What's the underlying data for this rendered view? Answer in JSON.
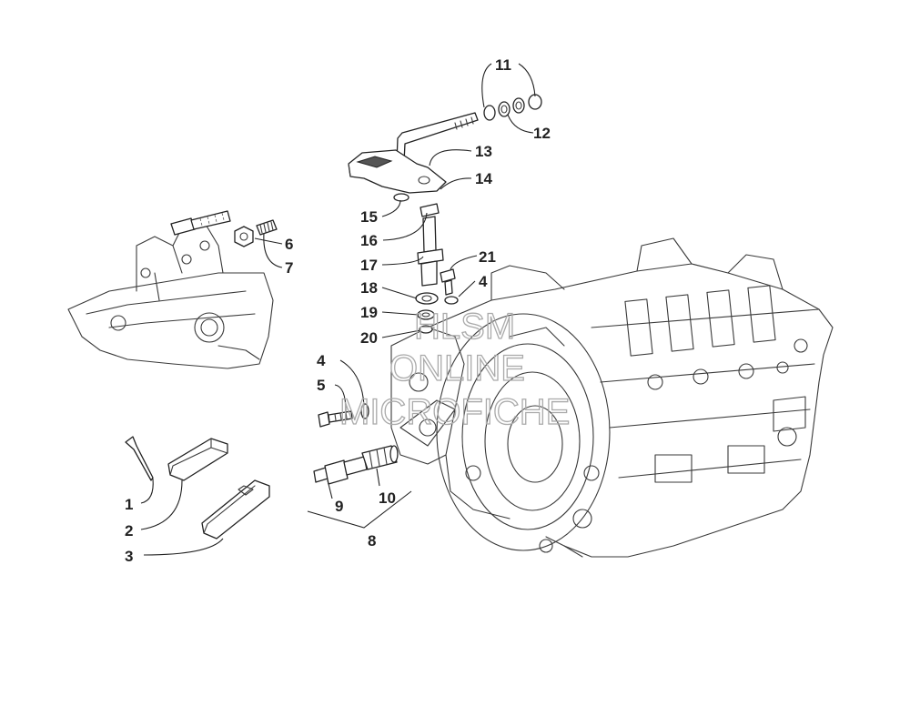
{
  "callouts": [
    {
      "id": "1",
      "label": "1"
    },
    {
      "id": "2",
      "label": "2"
    },
    {
      "id": "3",
      "label": "3"
    },
    {
      "id": "4a",
      "label": "4"
    },
    {
      "id": "4b",
      "label": "4"
    },
    {
      "id": "5",
      "label": "5"
    },
    {
      "id": "6",
      "label": "6"
    },
    {
      "id": "7",
      "label": "7"
    },
    {
      "id": "8",
      "label": "8"
    },
    {
      "id": "9",
      "label": "9"
    },
    {
      "id": "10",
      "label": "10"
    },
    {
      "id": "11",
      "label": "11"
    },
    {
      "id": "12",
      "label": "12"
    },
    {
      "id": "13",
      "label": "13"
    },
    {
      "id": "14",
      "label": "14"
    },
    {
      "id": "15",
      "label": "15"
    },
    {
      "id": "16",
      "label": "16"
    },
    {
      "id": "17",
      "label": "17"
    },
    {
      "id": "18",
      "label": "18"
    },
    {
      "id": "19",
      "label": "19"
    },
    {
      "id": "20",
      "label": "20"
    },
    {
      "id": "21",
      "label": "21"
    }
  ],
  "watermark": {
    "line1": "HLSM",
    "line2": "ONLINE",
    "line3": "MICROFICHE"
  },
  "colors": {
    "line": "#222222",
    "watermark": "#aaaaaa",
    "background": "#ffffff"
  }
}
